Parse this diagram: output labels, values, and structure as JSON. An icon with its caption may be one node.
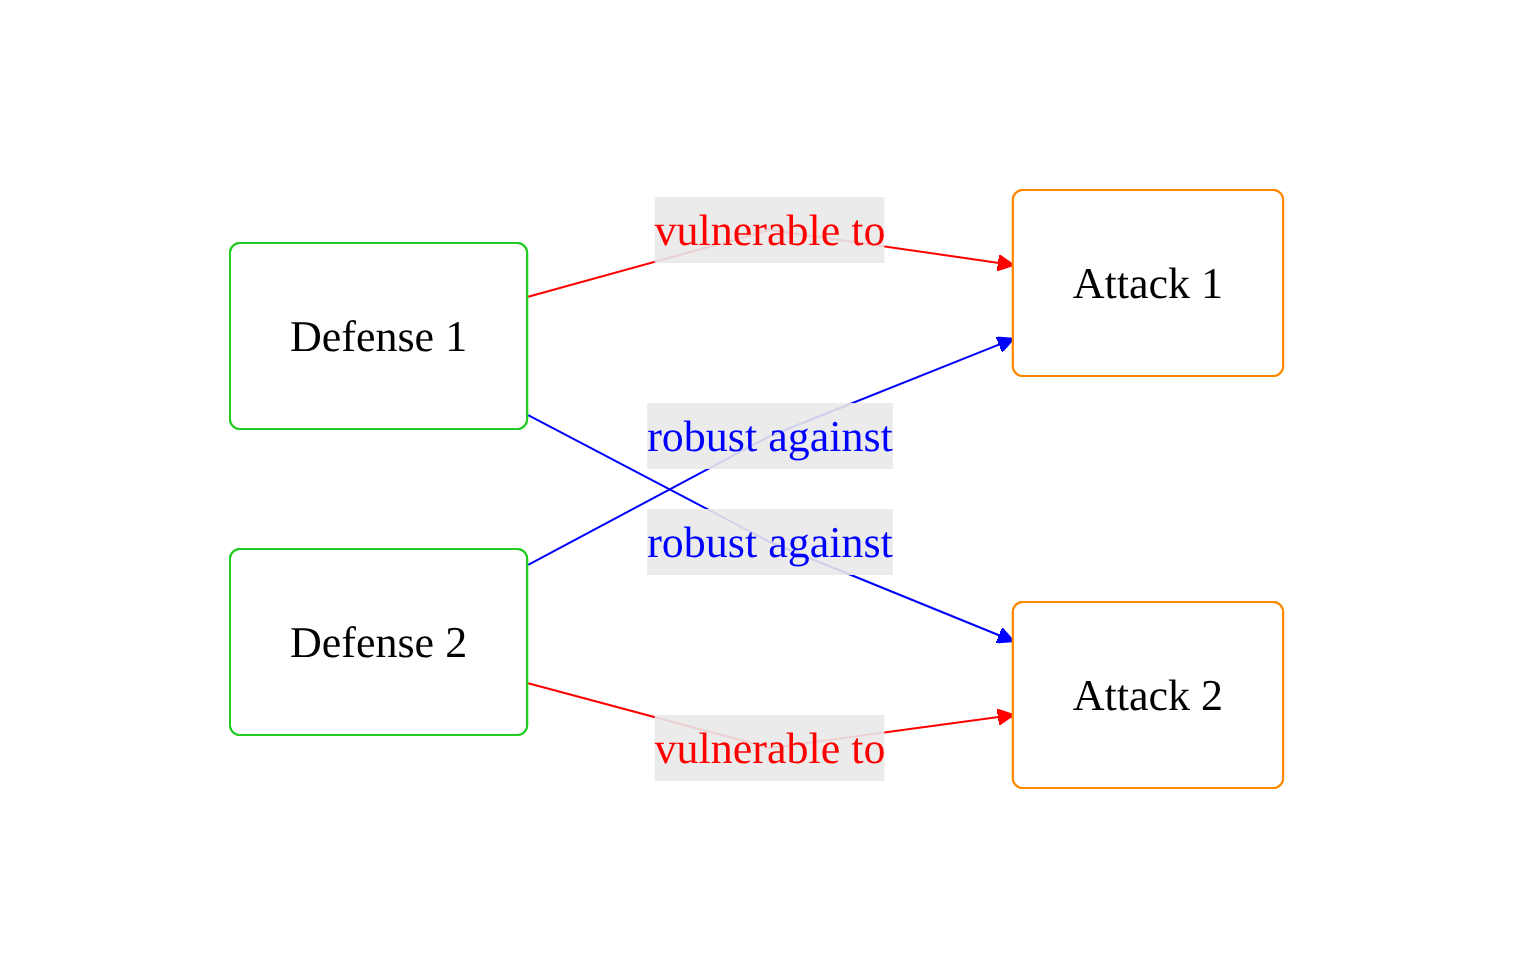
{
  "diagram": {
    "nodes": [
      {
        "text": [
          "Defense 1"
        ]
      },
      {
        "text": [
          "Attack 1"
        ]
      },
      {
        "text": [
          "Attack 2"
        ]
      },
      {
        "text": [
          "Defense 2"
        ]
      }
    ],
    "edges": [
      {
        "from": 0,
        "to": 1,
        "arrow": "to",
        "label": "vulnerable to",
        "color": "#ff0000"
      },
      {
        "from": 0,
        "to": 2,
        "arrow": "to",
        "label": "robust against",
        "color": "#0000ff"
      },
      {
        "from": 3,
        "to": 1,
        "arrow": "to",
        "label": "robust against",
        "color": "#0000ff"
      },
      {
        "from": 3,
        "to": 2,
        "arrow": "to",
        "label": "vulnerable to",
        "color": "#ff0000"
      }
    ]
  }
}
